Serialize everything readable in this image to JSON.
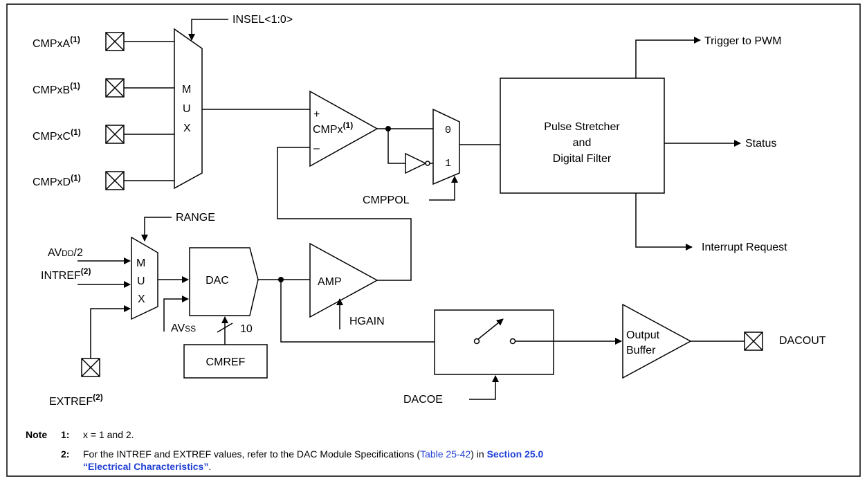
{
  "inputs": {
    "cmpxa": "CMPxA",
    "cmpxb": "CMPxB",
    "cmpxc": "CMPxC",
    "cmpxd": "CMPxD",
    "superscript_1": "(1)",
    "superscript_2": "(2)"
  },
  "mux_top": {
    "select": "INSEL<1:0>",
    "m": "M",
    "u": "U",
    "x": "X"
  },
  "comparator": {
    "label": "CMPx",
    "plus": "+",
    "minus": "–"
  },
  "polarity_mux": {
    "in0": "0",
    "in1": "1",
    "select": "CMPPOL"
  },
  "filter": {
    "line1": "Pulse Stretcher",
    "line2": "and",
    "line3": "Digital Filter"
  },
  "outputs": {
    "trigger": "Trigger to PWM",
    "status": "Status",
    "interrupt": "Interrupt Request"
  },
  "mux_ref": {
    "select": "RANGE",
    "avdd_main": "AV",
    "avdd_sub": "DD",
    "avdd_tail": "/2",
    "intref": "INTREF",
    "m": "M",
    "u": "U",
    "x": "X",
    "extref": "EXTREF"
  },
  "dac": {
    "label": "DAC",
    "avss_main": "AV",
    "avss_sub": "SS",
    "bits": "10",
    "cmref": "CMREF"
  },
  "amp": {
    "label": "AMP",
    "gain": "HGAIN"
  },
  "switch": {
    "control": "DACOE"
  },
  "buffer": {
    "line1": "Output",
    "line2": "Buffer",
    "pin": "DACOUT"
  },
  "notes": {
    "heading": "Note",
    "n1_num": "1:",
    "n1_text": "x = 1 and 2.",
    "n2_num": "2:",
    "n2_text": "For the INTREF and EXTREF values, refer to the DAC Module Specifications (",
    "n2_link_table": "Table 25-42",
    "n2_text_mid": ") in ",
    "n2_link_section": "Section 25.0",
    "n2_link_section2": "“Electrical Characteristics”",
    "n2_end": "."
  },
  "colors": {
    "link": "#1f3fd6",
    "line": "#000000"
  }
}
